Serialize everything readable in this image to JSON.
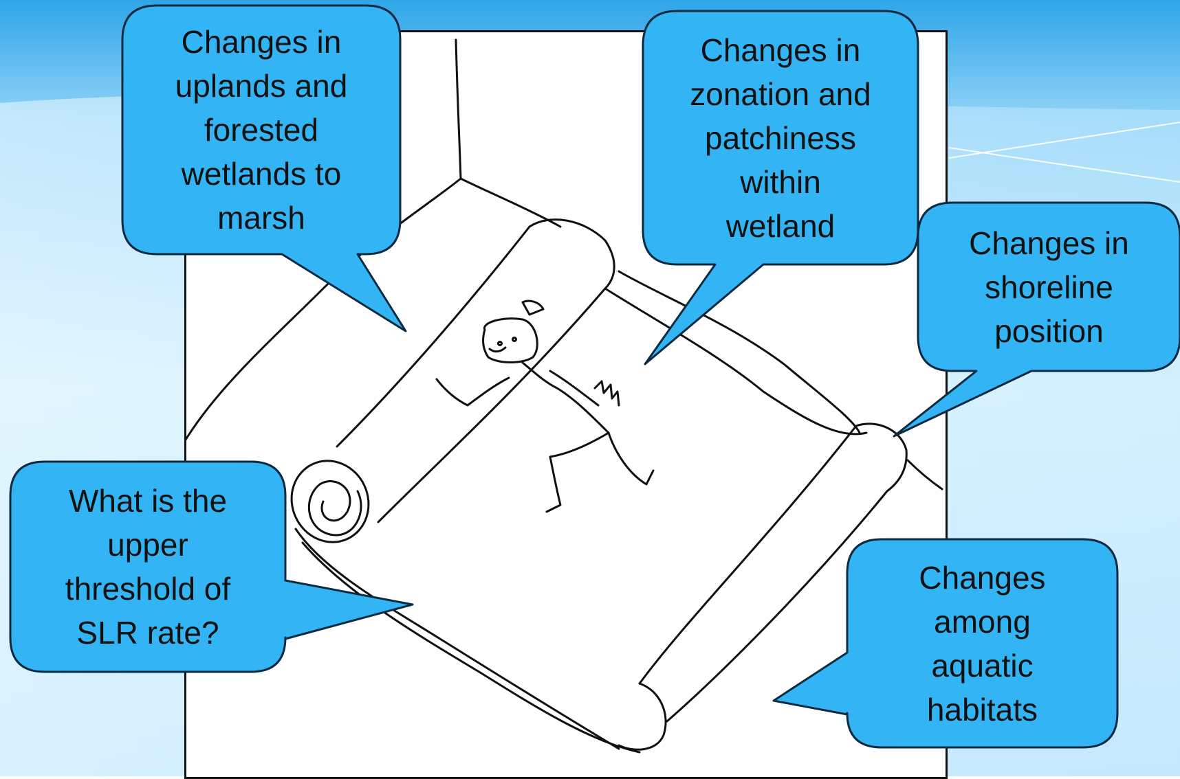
{
  "colors": {
    "bubble_fill": "#33b4f4",
    "bubble_stroke": "#0c2a40",
    "background_top": "#2ea5e8",
    "background_bottom": "#cfeeff"
  },
  "callouts": {
    "uplands": "Changes in\nuplands and\nforested\nwetlands to\nmarsh",
    "zonation": "Changes in\nzonation and\npatchiness\nwithin\nwetland",
    "shoreline": "Changes in\nshoreline\nposition",
    "threshold": "What is the\nupper\nthreshold of\nSLR rate?",
    "aquatic": "Changes\namong\naquatic\nhabitats"
  },
  "sketch": {
    "subject": "stick-figure-on-rolled-carpet"
  }
}
